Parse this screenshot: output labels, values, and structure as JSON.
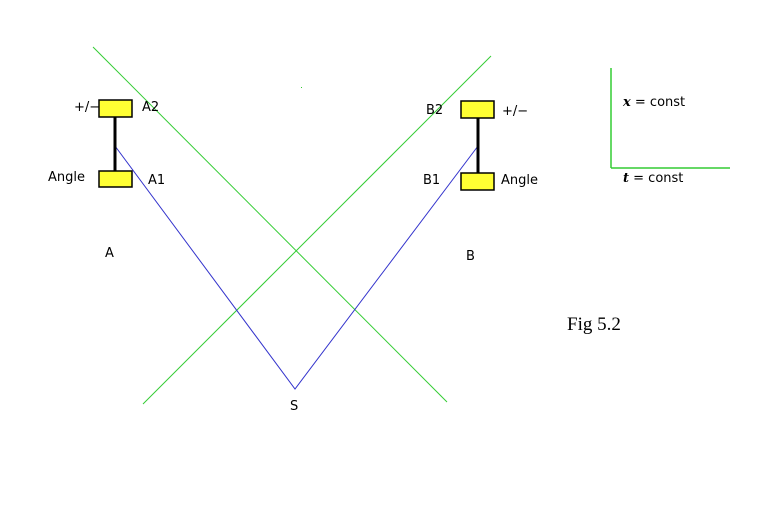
{
  "colors": {
    "background": "#ffffff",
    "green_line": "#33cc33",
    "blue_path": "#3333cc",
    "box_fill": "#ffff33",
    "box_stroke": "#000000"
  },
  "labels": {
    "a_plus_minus": "+/−",
    "a2": "A2",
    "a_angle": "Angle",
    "a1": "A1",
    "a": "A",
    "b2": "B2",
    "b_plus_minus": "+/−",
    "b1": "B1",
    "b_angle": "Angle",
    "b": "B",
    "s": "S",
    "x_var": "x",
    "x_rest": " = const",
    "t_var": "t",
    "t_rest": " = const",
    "fig": "Fig 5.2"
  }
}
